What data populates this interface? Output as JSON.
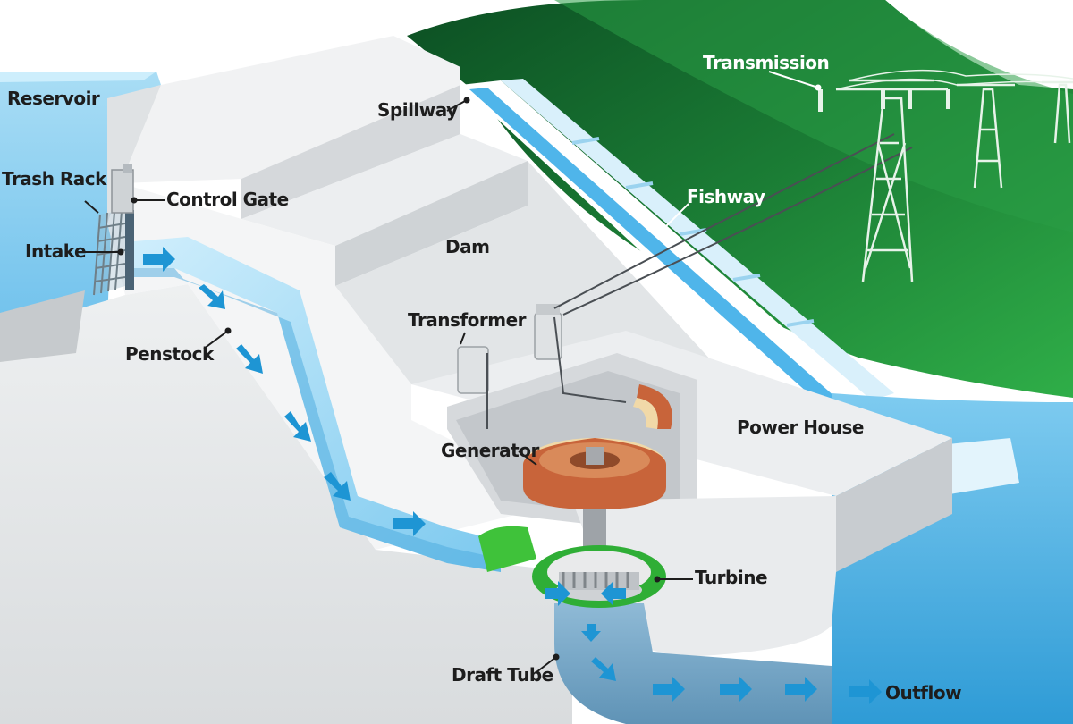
{
  "labels": {
    "reservoir": "Reservoir",
    "trash_rack": "Trash Rack",
    "control_gate": "Control Gate",
    "intake": "Intake",
    "penstock": "Penstock",
    "spillway": "Spillway",
    "dam": "Dam",
    "transformer": "Transformer",
    "generator": "Generator",
    "power_house": "Power House",
    "turbine": "Turbine",
    "draft_tube": "Draft Tube",
    "outflow": "Outflow",
    "transmission": "Transmission",
    "fishway": "Fishway"
  },
  "colors": {
    "water": "#8fd0f0",
    "water_dark": "#3aa7de",
    "flow_arrow": "#1e95d4",
    "hill_dark": "#0f5f2c",
    "hill_mid": "#1f8a3b",
    "hill_light": "#32b24a",
    "concrete": "#e6e8ea",
    "concrete_shadow": "#b8bcc0",
    "copper": "#c8643a",
    "turbine_green": "#3fc23a"
  }
}
